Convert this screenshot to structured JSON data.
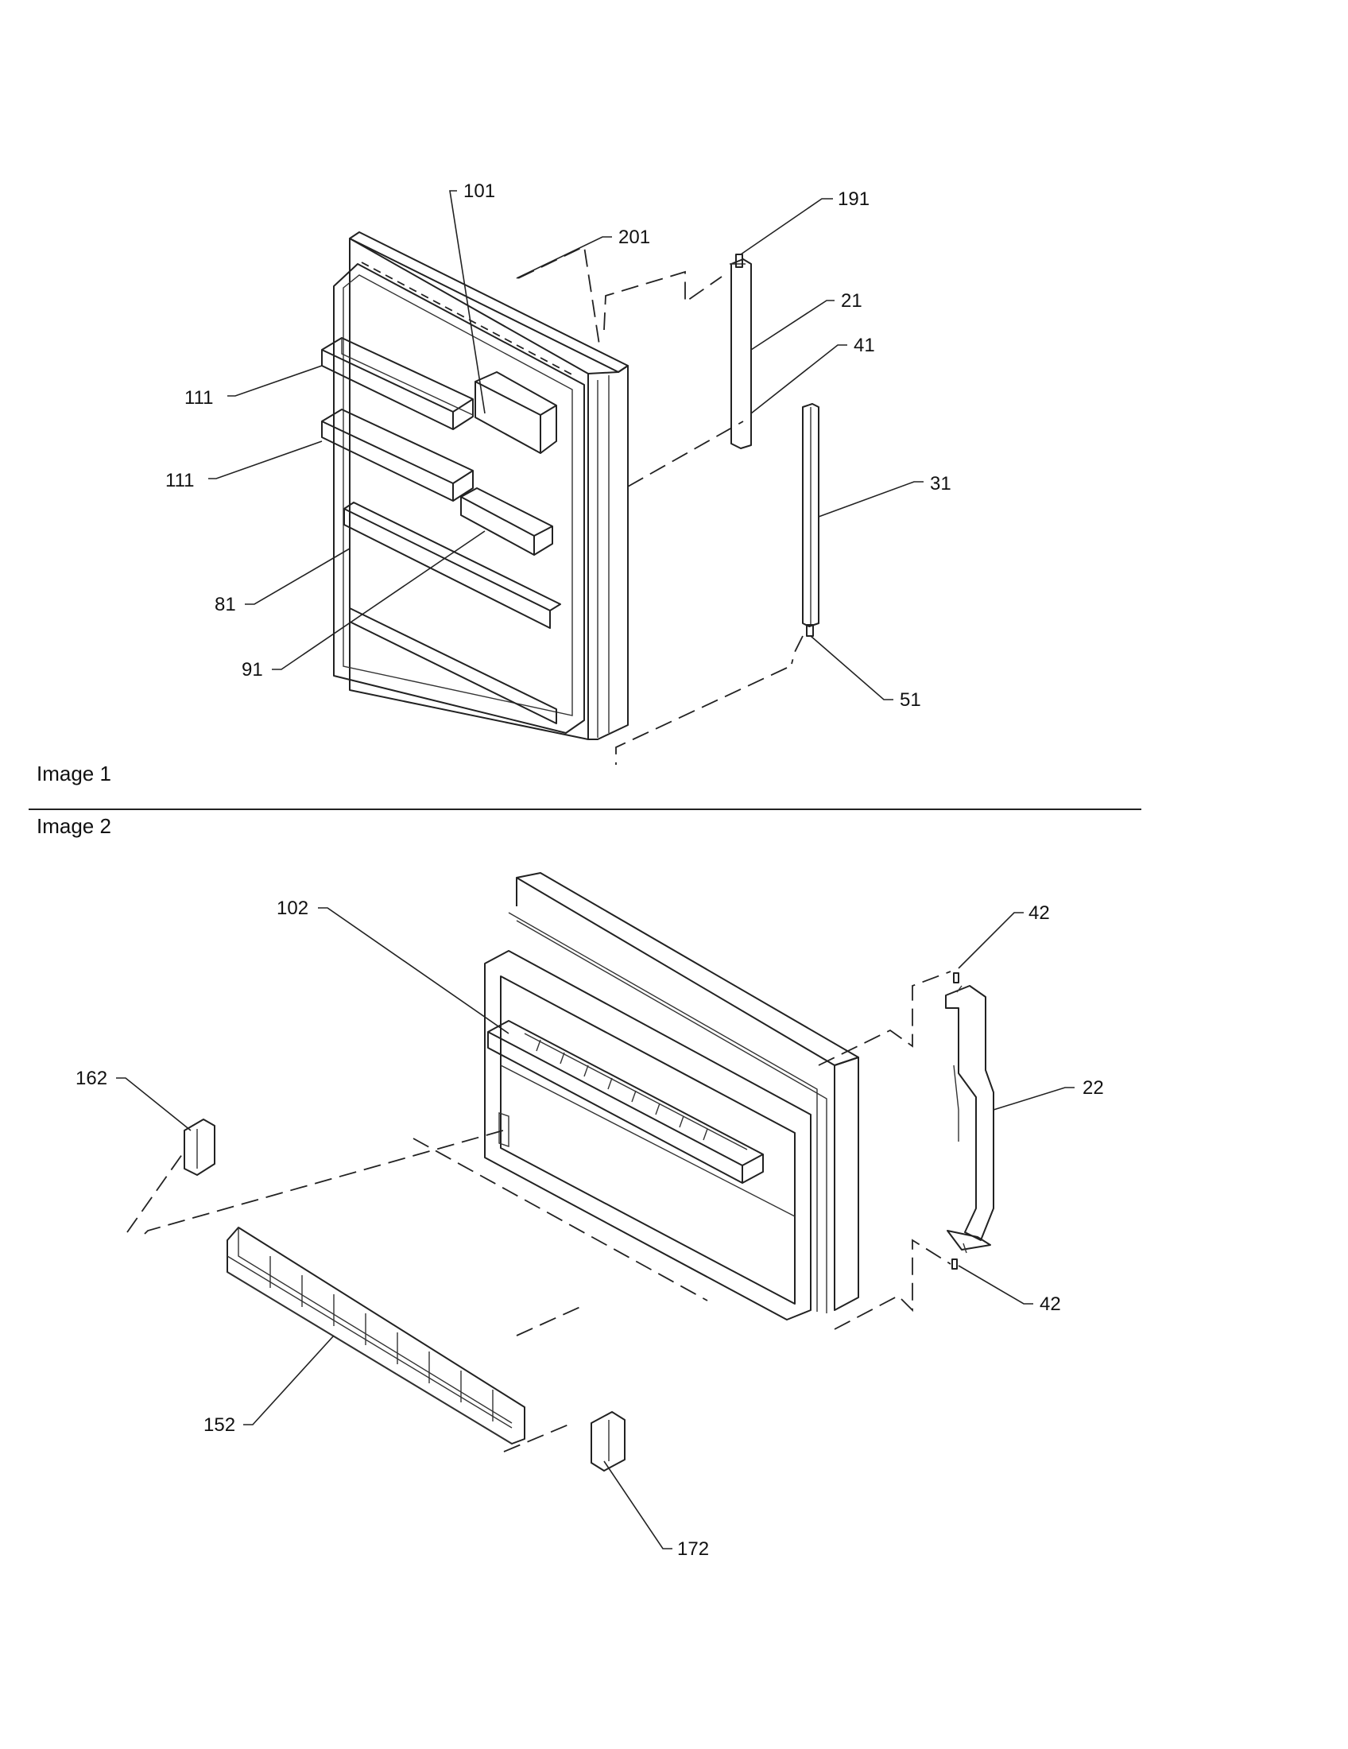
{
  "captions": {
    "image1": "Image 1",
    "image2": "Image 2"
  },
  "callouts": {
    "c101": "101",
    "c191": "191",
    "c201": "201",
    "c21": "21",
    "c41": "41",
    "c111a": "111",
    "c111b": "111",
    "c31": "31",
    "c81": "81",
    "c91": "91",
    "c51": "51",
    "c102": "102",
    "c42a": "42",
    "c162": "162",
    "c22": "22",
    "c42b": "42",
    "c152": "152",
    "c172": "172"
  }
}
